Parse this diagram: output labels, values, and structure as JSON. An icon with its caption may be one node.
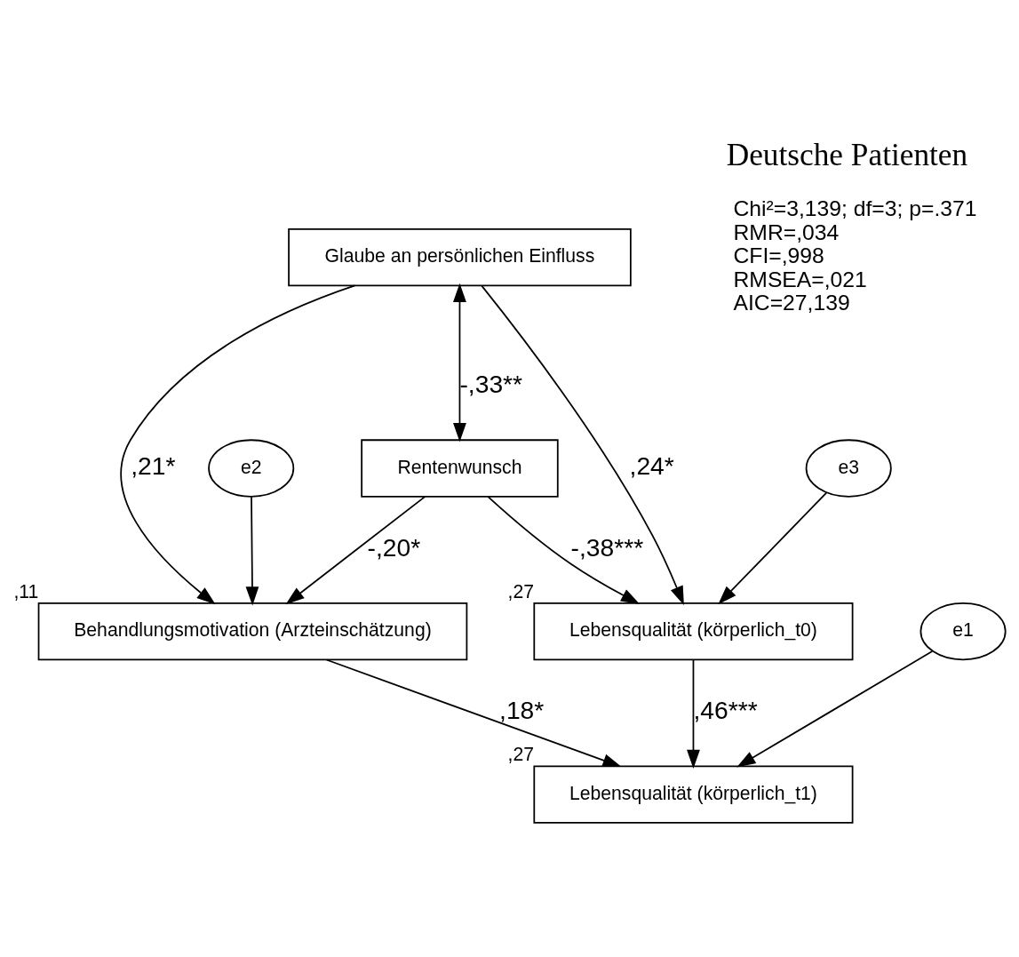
{
  "diagram": {
    "title": "Deutsche Patienten",
    "nodes": [
      {
        "text": [
          "Glaube an persönlichen Einfluss"
        ]
      },
      {
        "text": [
          "e2"
        ]
      },
      {
        "text": [
          "e1"
        ]
      },
      {
        "text": [
          "Behandlungsmotivation (Arzteinschätzung)"
        ],
        "beside": [
          ",11"
        ]
      },
      {
        "text": [
          "Lebensqualität (körperlich_t1)"
        ],
        "beside": [
          ",27"
        ]
      },
      {
        "text": [
          "Rentenwunsch"
        ]
      },
      {
        "text": [
          "Lebensqualität (körperlich_t0)"
        ],
        "beside": [
          ",27"
        ]
      },
      {
        "text": [
          "e3"
        ]
      }
    ],
    "edges": [
      {
        "from": 0,
        "to": 3,
        "arrow": "to",
        "label": ",21*"
      },
      {
        "from": 0,
        "to": 6,
        "arrow": "to",
        "label": ",24*"
      },
      {
        "from": 0,
        "to": 5,
        "arrow": "both",
        "label": "-,33**"
      },
      {
        "from": 1,
        "to": 3,
        "arrow": "to"
      },
      {
        "from": 2,
        "to": 4,
        "arrow": "to"
      },
      {
        "from": 3,
        "to": 4,
        "arrow": "to",
        "label": ",18*"
      },
      {
        "from": 5,
        "to": 3,
        "arrow": "to",
        "label": "-,20*"
      },
      {
        "from": 5,
        "to": 6,
        "arrow": "to",
        "label": "-,38***"
      },
      {
        "from": 6,
        "to": 4,
        "arrow": "to",
        "label": ",46***"
      },
      {
        "from": 7,
        "to": 6,
        "arrow": "to"
      }
    ],
    "labels": [
      "Chi²=3,139; df=3; p=.371",
      "RMR=,034",
      "CFI=,998",
      "RMSEA=,021",
      "AIC=27,139"
    ]
  }
}
